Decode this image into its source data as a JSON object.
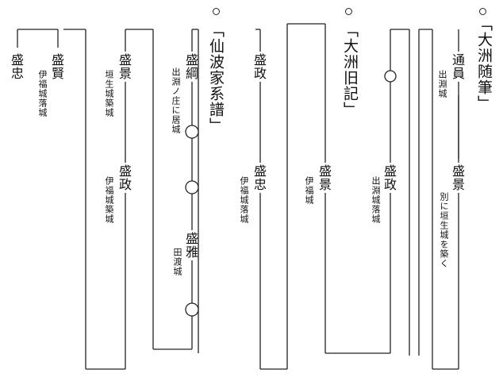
{
  "sources": {
    "oshu_zuihitsu": "「大洲随筆」",
    "oshu_kyuki": "「大洲旧記」",
    "sennami_keifu": "「仙波家系譜」"
  },
  "oshu_zuihitsu": {
    "michikazu": {
      "name": "通員",
      "note": "出淵城"
    },
    "morikage": {
      "name": "盛景",
      "note": "別に垣生城を築く"
    }
  },
  "oshu_kyuki": {
    "unknown": "○",
    "masa": {
      "name": "盛政",
      "note": "出淵城落城"
    },
    "kage": {
      "name": "盛景",
      "note": "伊福城"
    },
    "tada": {
      "name": "盛忠",
      "note": "伊福城落城"
    },
    "masa_top": {
      "name": "盛政"
    }
  },
  "sennami_keifu": {
    "tsuna": {
      "name": "盛綱",
      "note": "出淵ノ庄に居城"
    },
    "unknown": "○",
    "masa_jr": {
      "name": "盛雅",
      "note": "田渡城"
    },
    "kage": {
      "name": "盛景",
      "note": "垣生城築城"
    },
    "masa": {
      "name": "盛政",
      "note": "伊福城築城"
    }
  },
  "leftmost": {
    "kata": {
      "name": "盛賢",
      "note": "伊福城落城"
    },
    "tada": {
      "name": "盛忠"
    }
  }
}
